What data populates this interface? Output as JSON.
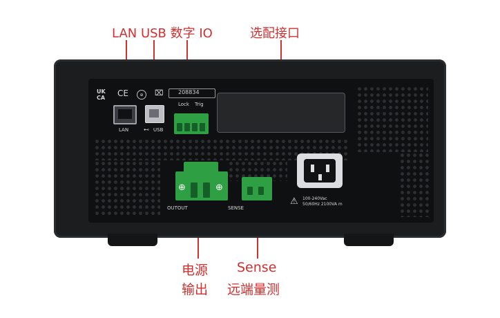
{
  "callouts": {
    "ports_top": "LAN USB 数字 IO",
    "option_slot": "选配接口",
    "power_line1": "电源",
    "power_line2": "输出",
    "sense_line1": "Sense",
    "sense_line2": "远端量测"
  },
  "panel": {
    "uk_line1": "UK",
    "uk_line2": "CA",
    "ce": "CE",
    "serial": "208834",
    "lan_label": "LAN",
    "usb_label": "USB",
    "lock_label": "Lock",
    "trig_label": "Trig",
    "output_label": "OUTOUT",
    "sense_label": "SENSE",
    "ac_line1": "100-240Vac",
    "ac_line2": "50/60Hz 2100VA m"
  },
  "colors": {
    "callout": "#d32f2f",
    "chassis": "#1c1d1f",
    "terminal": "#2ea043"
  }
}
